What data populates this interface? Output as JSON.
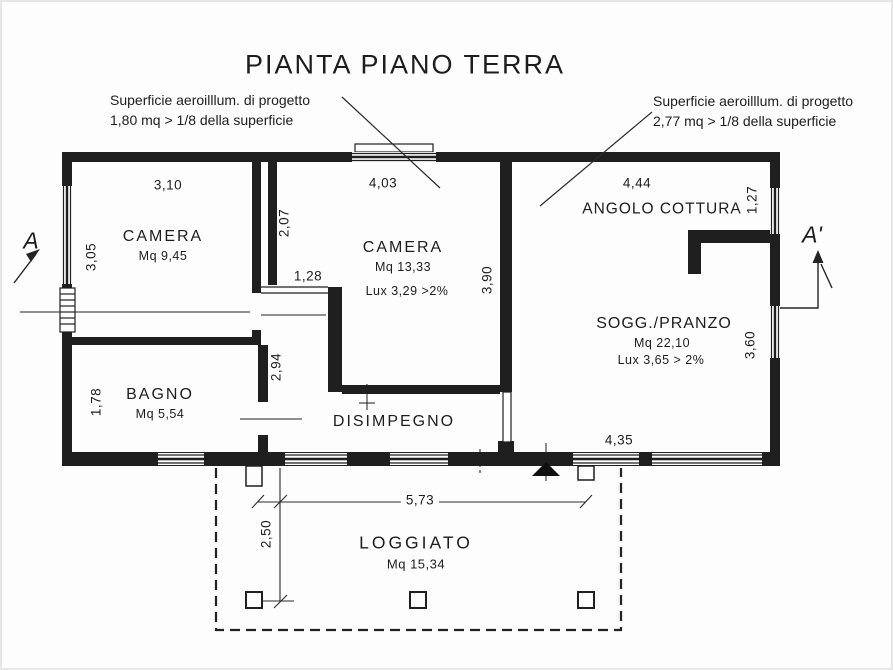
{
  "title": "PIANTA PIANO TERRA",
  "annotations": {
    "left": {
      "line1": "Superficie aeroilllum. di progetto",
      "line2": "1,80 mq > 1/8 della superficie"
    },
    "right": {
      "line1": "Superficie aeroilllum. di progetto",
      "line2": "2,77 mq > 1/8 della superficie"
    }
  },
  "section": {
    "left": "A",
    "right": "A'"
  },
  "rooms": {
    "camera_left": {
      "label": "CAMERA",
      "area": "Mq 9,45"
    },
    "camera_mid": {
      "label": "CAMERA",
      "area": "Mq 13,33",
      "lux": "Lux 3,29 >2%"
    },
    "angolo_cottura": {
      "label": "ANGOLO COTTURA"
    },
    "sogg_pranzo": {
      "label": "SOGG./PRANZO",
      "area": "Mq 22,10",
      "lux": "Lux 3,65 > 2%"
    },
    "bagno": {
      "label": "BAGNO",
      "area": "Mq 5,54"
    },
    "disimpegno": {
      "label": "DISIMPEGNO"
    },
    "loggiato": {
      "label": "LOGGIATO",
      "area": "Mq 15,34"
    }
  },
  "dimensions": {
    "d3_10": "3,10",
    "d3_05": "3,05",
    "d4_03": "4,03",
    "d2_07": "2,07",
    "d1_28": "1,28",
    "d3_90": "3,90",
    "d4_44": "4,44",
    "d1_27": "1,27",
    "d3_60": "3,60",
    "d4_35": "4,35",
    "d1_78": "1,78",
    "d2_94": "2,94",
    "d5_73": "5,73",
    "d2_50": "2,50"
  },
  "colors": {
    "ink": "#1f1f1f",
    "paper": "#fdfdfd"
  }
}
